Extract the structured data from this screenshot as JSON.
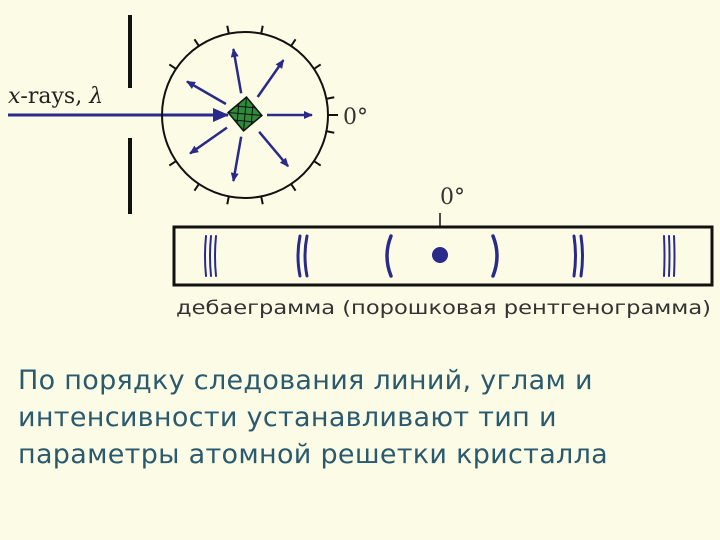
{
  "diagram": {
    "xray_label_italic": "x",
    "xray_label_rest": "-rays, ",
    "xray_label_lambda": "λ",
    "angle_label_top": "0°",
    "angle_label_film": "0°",
    "film_caption": "дебаеграмма (порошковая рентгенограмма)",
    "colors": {
      "background": "#fcfce6",
      "arrow": "#2a2a8a",
      "line": "#111111",
      "crystal": "#2e8b3a",
      "text": "#333333",
      "caption_text": "#2a5a6e"
    }
  },
  "caption": {
    "line1": "По порядку следования линий, углам и",
    "line2": "интенсивности устанавливают тип и",
    "line3": "параметры атомной решетки кристалла"
  }
}
